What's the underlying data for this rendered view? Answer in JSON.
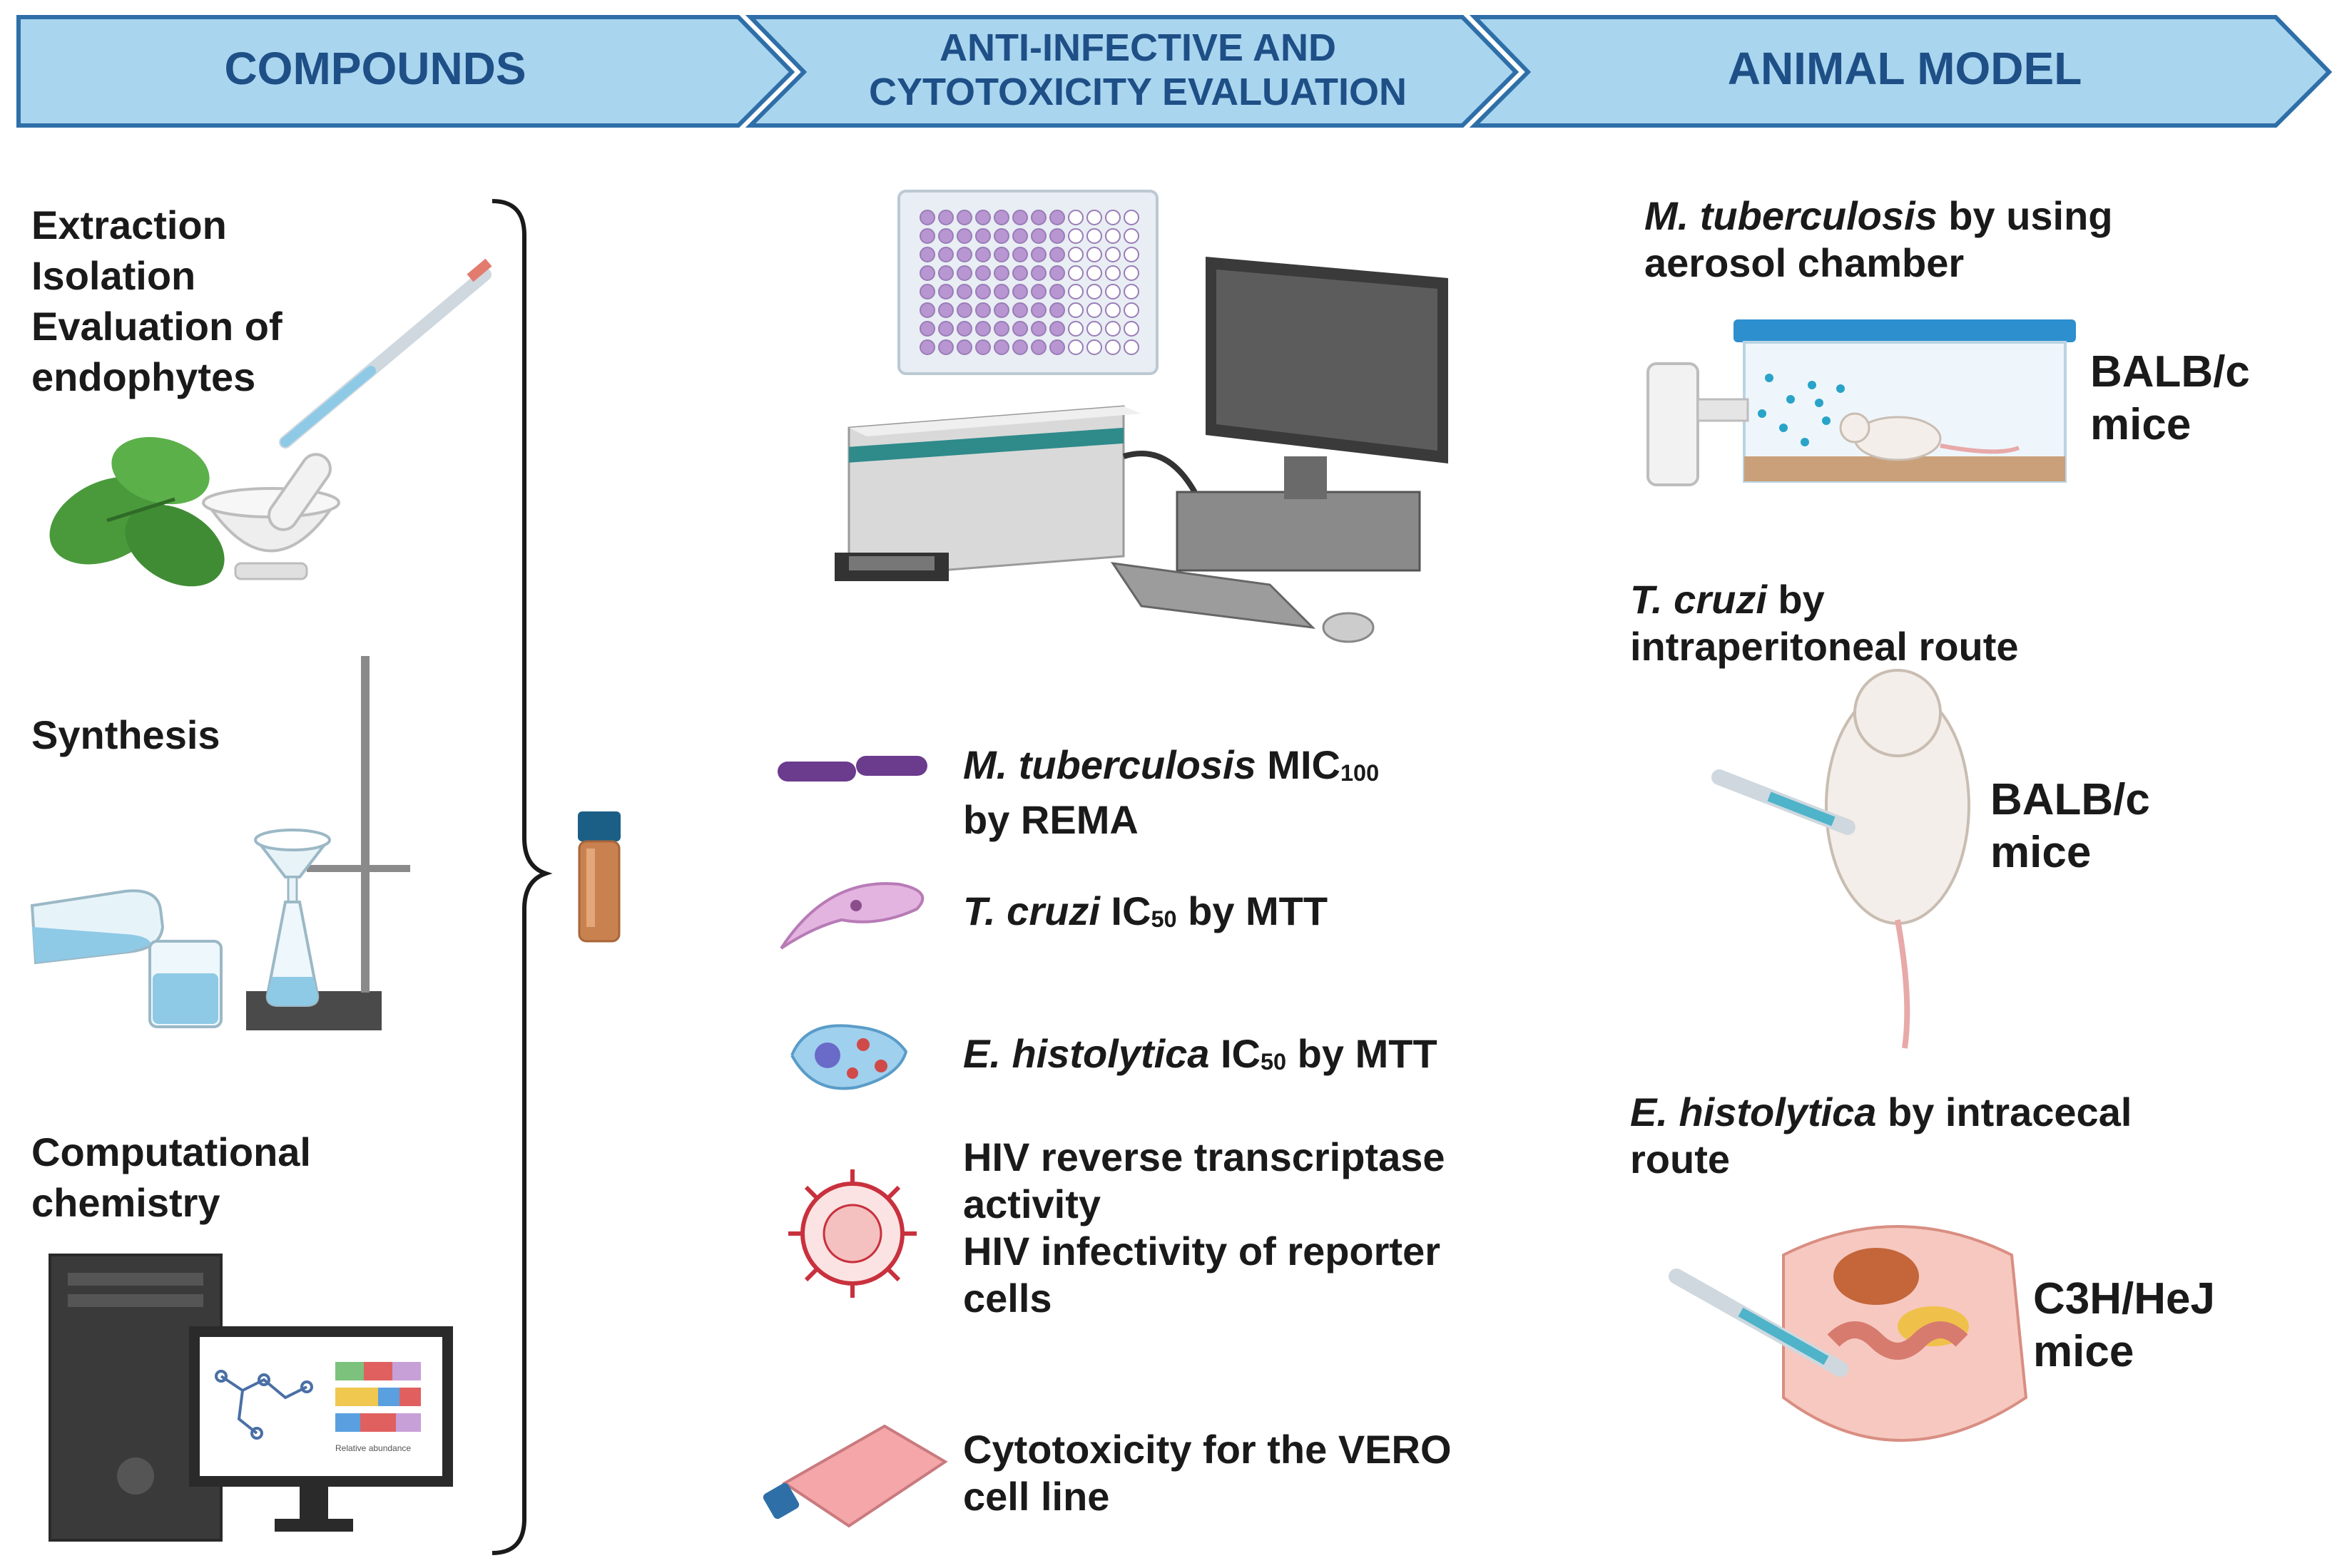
{
  "header": {
    "steps": [
      {
        "label": "COMPOUNDS"
      },
      {
        "line1": "ANTI-INFECTIVE AND",
        "line2": "CYTOTOXICITY EVALUATION"
      },
      {
        "label": "ANIMAL MODEL"
      }
    ]
  },
  "compounds": {
    "extraction": [
      "Extraction",
      "Isolation",
      "Evaluation of",
      "endophytes"
    ],
    "synthesis": "Synthesis",
    "computational": [
      "Computational",
      "chemistry"
    ],
    "screen_label": "Relative abundance"
  },
  "evaluation": {
    "mtb": {
      "italic": "M. tuberculosis",
      "rest": " MIC",
      "sub": "100",
      "line2": "by REMA"
    },
    "tcruzi": {
      "italic": "T. cruzi",
      "rest": " IC",
      "sub": "50",
      "after": " by MTT"
    },
    "ehisto": {
      "italic": "E. histolytica",
      "rest": " IC",
      "sub": "50",
      "after": " by MTT"
    },
    "hiv": [
      "HIV reverse transcriptase",
      "activity",
      "HIV infectivity of reporter",
      "cells"
    ],
    "vero": [
      "Cytotoxicity for the VERO",
      "cell line"
    ]
  },
  "animal": {
    "mtb": {
      "italic": "M. tuberculosis",
      "rest": " by using",
      "line2": "aerosol chamber",
      "mice": [
        "BALB/c",
        "mice"
      ]
    },
    "tcruzi": {
      "italic": "T. cruzi",
      "rest": " by",
      "line2": "intraperitoneal route",
      "mice": [
        "BALB/c",
        "mice"
      ]
    },
    "ehisto": {
      "italic": "E. histolytica",
      "rest": " by intracecal",
      "line2": "route",
      "mice": [
        "C3H/HeJ",
        "mice"
      ]
    }
  },
  "colors": {
    "banner_fill": "#a9d5ef",
    "banner_stroke": "#2e6fa8",
    "banner_text": "#1e4f86",
    "plate_purple": "#b896d2",
    "leaf_green": "#4a9a3c",
    "bacillus": "#6b3b8e",
    "virus_red": "#c8313d",
    "flask_pink": "#f4a6a8"
  }
}
